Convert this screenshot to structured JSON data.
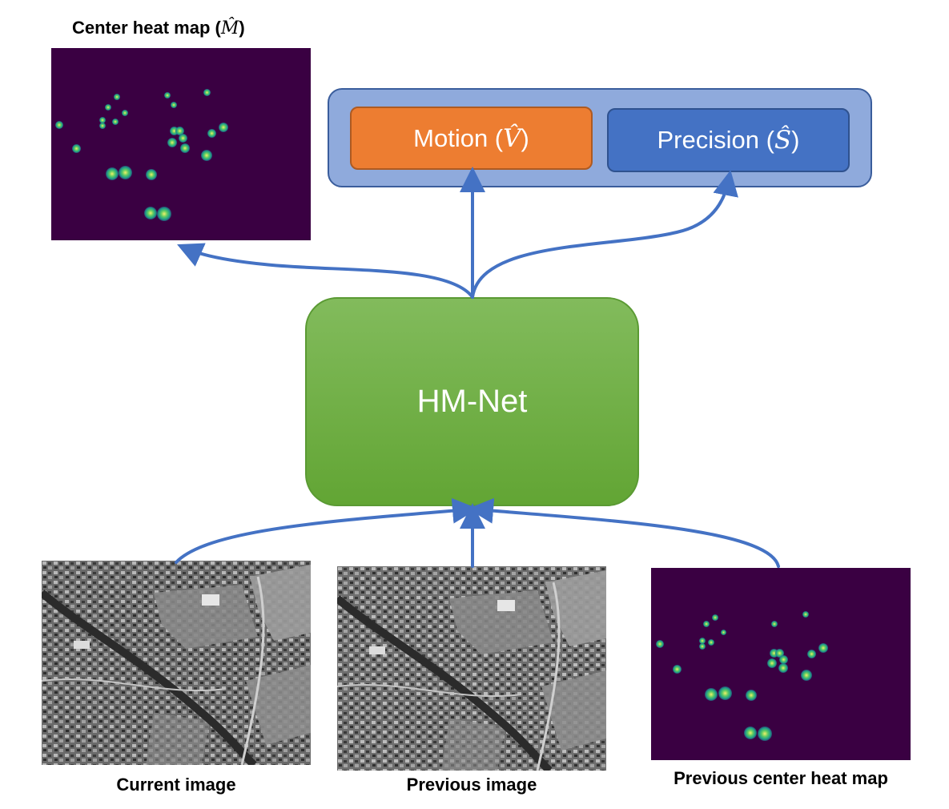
{
  "output_heatmap": {
    "label_text": "Center heat map (",
    "label_math": "M̂",
    "label_close": ")"
  },
  "outputs": {
    "motion_text": "Motion (",
    "motion_math": "V̂",
    "motion_close": ")",
    "precision_text": "Precision (",
    "precision_math": "Ŝ",
    "precision_close": ")"
  },
  "network": {
    "label": "HM-Net"
  },
  "inputs": {
    "current_image_label": "Current image",
    "previous_image_label": "Previous image",
    "previous_heatmap_label": "Previous center heat map"
  },
  "colors": {
    "arrow": "#4472c4",
    "motion_box": "#ed7d31",
    "precision_box": "#4472c4",
    "output_panel": "#8faadc",
    "network_box": "#70ad47",
    "heatmap_background": "#3a0042"
  },
  "icons": {
    "arrowhead": "triangle-arrowhead"
  }
}
